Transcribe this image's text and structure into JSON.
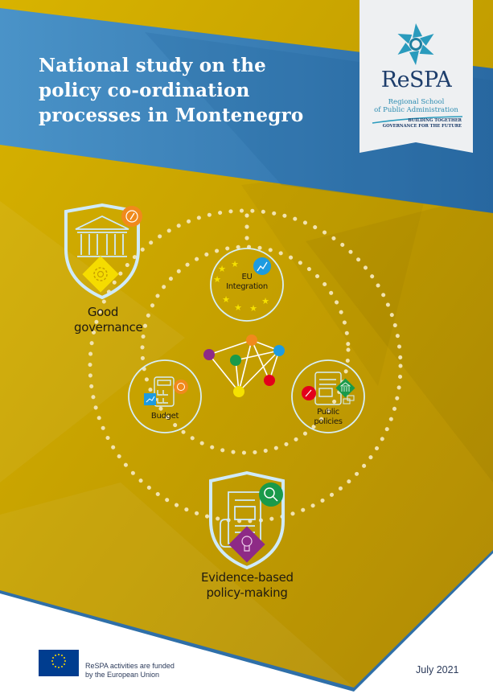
{
  "document": {
    "title_lines": [
      "National study on the",
      "policy co-ordination",
      "processes in Montenegro"
    ],
    "date": "July 2021"
  },
  "logo": {
    "name": "ReSPA",
    "subtitle_lines": [
      "Regional School",
      "of Public Administration"
    ],
    "tagline_lines": [
      "BUILDING TOGETHER",
      "GOVERNANCE FOR THE FUTURE"
    ],
    "star_color": "#2a9bbd"
  },
  "diagram": {
    "pillars": [
      {
        "id": "good-governance",
        "label_lines": [
          "Good",
          "governance"
        ],
        "badge_icon": "compass-icon",
        "badge_color": "#f08a1c",
        "emblem_icon": "gear-icon",
        "emblem_color": "#f5dc00"
      },
      {
        "id": "evidence-based",
        "label_lines": [
          "Evidence-based",
          "policy-making"
        ],
        "badge_icon": "magnifier-icon",
        "badge_color": "#1a9a4a",
        "emblem_icon": "lightbulb-icon",
        "emblem_color": "#8e2a86"
      }
    ],
    "nodes": [
      {
        "id": "eu-integration",
        "label_lines": [
          "EU",
          "Integration"
        ],
        "badge_icon": "line-chart-icon",
        "badge_color": "#1d9be0"
      },
      {
        "id": "budget",
        "label_lines": [
          "Budget"
        ],
        "badge_icon": "piggy-bank-icon",
        "badge_color": "#f08a1c",
        "secondary_icon": "chart-icon",
        "secondary_color": "#1d9be0"
      },
      {
        "id": "public-policies",
        "label_lines": [
          "Public",
          "policies"
        ],
        "badge_icon": "gavel-icon",
        "badge_color": "#e3001b",
        "secondary_icon": "institution-icon",
        "secondary_color": "#1a9a4a"
      }
    ],
    "network_colors": [
      "#8e2a86",
      "#f08a1c",
      "#1d9be0",
      "#1a9a4a",
      "#e3001b",
      "#f5e100"
    ]
  },
  "footer": {
    "funding_lines": [
      "ReSPA activities are funded",
      "by the European Union"
    ],
    "eu_flag_color": "#003d8f",
    "eu_star_color": "#ffdd00"
  },
  "colors": {
    "gold": "#c9a200",
    "blue_band": "#2f78b0",
    "dots": "#f1e3b0",
    "outline": "#cfeafa"
  }
}
